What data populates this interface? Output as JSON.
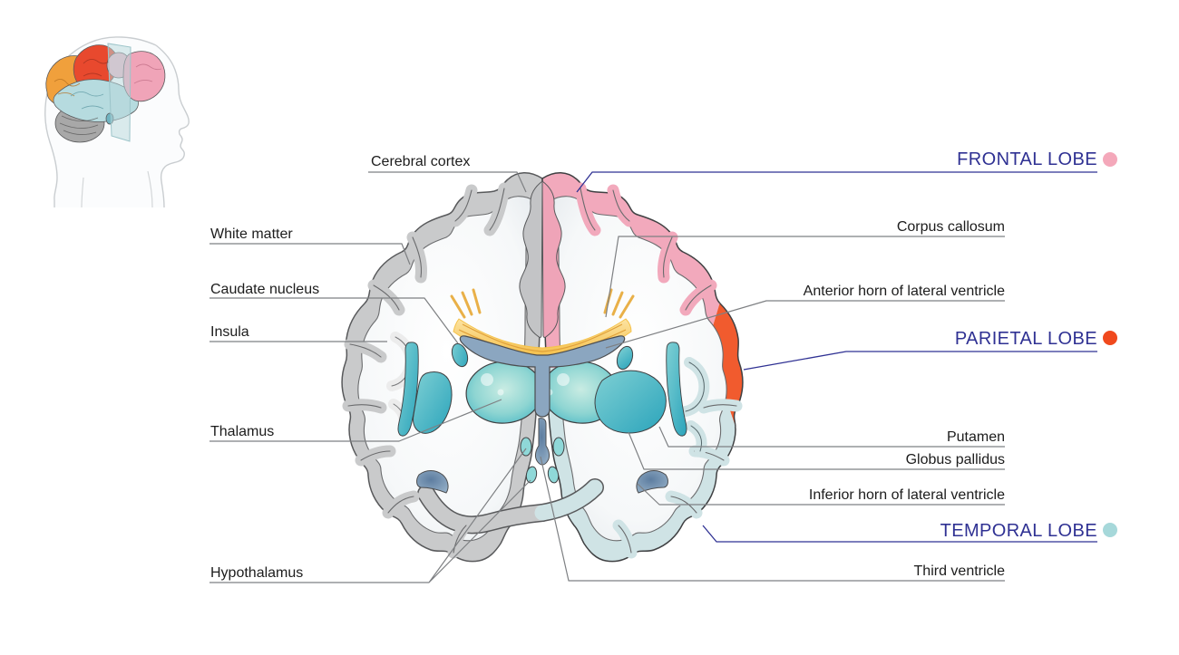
{
  "inset": {
    "name": "head-profile-with-coronal-section-plane",
    "lobes": [
      {
        "name": "occipital-lobe",
        "color": "#f0a03c"
      },
      {
        "name": "parietal-lobe",
        "color": "#e8492e"
      },
      {
        "name": "frontal-lobe",
        "color": "#f0a4b8"
      },
      {
        "name": "temporal-lobe",
        "color": "#b6dbdf"
      },
      {
        "name": "cerebellum",
        "color": "#a3a3a3"
      }
    ],
    "plane_color": "#b8d7db"
  },
  "labels": [
    {
      "id": "cerebral-cortex",
      "text": "Cerebral cortex"
    },
    {
      "id": "white-matter",
      "text": "White matter"
    },
    {
      "id": "caudate-nucleus",
      "text": "Caudate nucleus"
    },
    {
      "id": "insula",
      "text": "Insula"
    },
    {
      "id": "thalamus",
      "text": "Thalamus"
    },
    {
      "id": "hypothalamus",
      "text": "Hypothalamus"
    },
    {
      "id": "corpus-callosum",
      "text": "Corpus callosum"
    },
    {
      "id": "anterior-horn",
      "text": "Anterior horn of lateral ventricle"
    },
    {
      "id": "putamen",
      "text": "Putamen"
    },
    {
      "id": "globus-pallidus",
      "text": "Globus pallidus"
    },
    {
      "id": "inferior-horn",
      "text": "Inferior horn of lateral ventricle"
    },
    {
      "id": "third-ventricle",
      "text": "Third ventricle"
    }
  ],
  "lobe_labels": [
    {
      "id": "frontal-lobe",
      "text": "FRONTAL LOBE",
      "dot_color": "#f4a8ba"
    },
    {
      "id": "parietal-lobe",
      "text": "PARIETAL LOBE",
      "dot_color": "#f0491d"
    },
    {
      "id": "temporal-lobe",
      "text": "TEMPORAL LOBE",
      "dot_color": "#a6d8da"
    }
  ],
  "palette": {
    "cortex_gray": "#c9cacb",
    "frontal_pink": "#f2a9bc",
    "parietal_orange": "#f15b2e",
    "temporal_teal": "#cfe3e5",
    "nuclei_teal": "#3fb3c4",
    "ventricle_blue": "#8ba6c0",
    "corpus_callosum_yellow": "#f5c24a",
    "label_text": "#1c1c1c",
    "lobe_label_navy": "#2f3193",
    "leader_gray": "#7e8083"
  }
}
